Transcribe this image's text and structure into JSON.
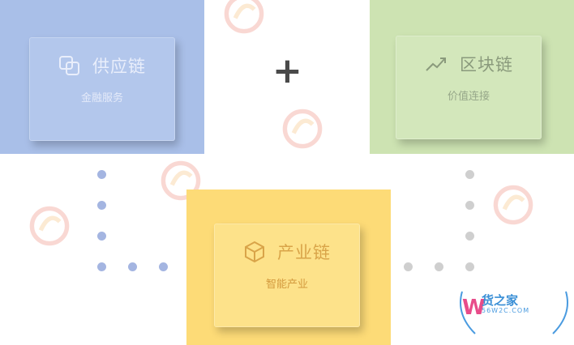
{
  "cards": {
    "supply": {
      "title": "供应链",
      "subtitle": "金融服务",
      "icon": "copy-squares-icon"
    },
    "blockchain": {
      "title": "区块链",
      "subtitle": "价值连接",
      "icon": "chart-line-icon"
    },
    "industry": {
      "title": "产业链",
      "subtitle": "智能产业",
      "icon": "cube-icon"
    }
  },
  "operator": {
    "plus": "+"
  },
  "brand": {
    "name": "货之家",
    "domain": "56W2C.COM",
    "letter": "W"
  },
  "colors": {
    "blue": "#a9bfe8",
    "green": "#cde3b2",
    "yellow": "#fddb77",
    "dot_blue": "#a4b5e1",
    "dot_grey": "#cfcfcf",
    "brand_blue": "#3a8fd6"
  }
}
